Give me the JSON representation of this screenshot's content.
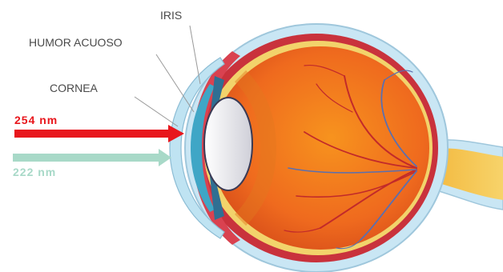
{
  "labels": {
    "iris": "IRIS",
    "humor_acuoso": "HUMOR ACUOSO",
    "cornea": "CORNEA"
  },
  "wavelengths": [
    {
      "text": "254 nm",
      "color": "#e8161c"
    },
    {
      "text": "222 nm",
      "color": "#a8d9c8"
    }
  ],
  "colors": {
    "sclera": "#c9e6f4",
    "choroid": "#c9323c",
    "retina": "#f2d36b",
    "vitreous": "#ef6a1e",
    "cornea": "#bfe3f2",
    "iris": "#2f6f93",
    "lens": "#e9e9ef",
    "optic_nerve": "#f5c24a",
    "label_text": "#4a4a4a",
    "leader_line": "#9a9a9a"
  }
}
